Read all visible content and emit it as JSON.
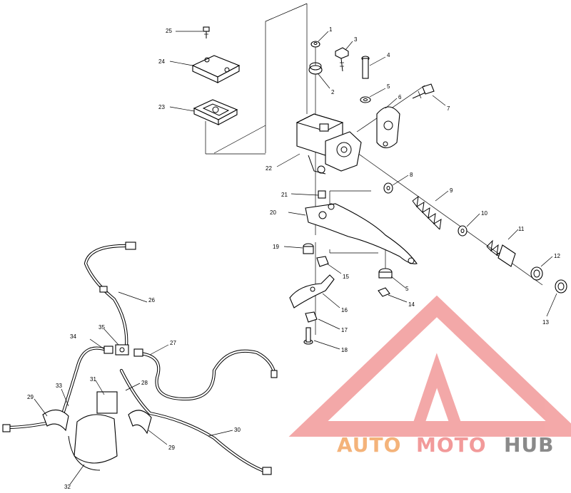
{
  "callouts": [
    "1",
    "2",
    "3",
    "4",
    "5",
    "6",
    "7",
    "8",
    "9",
    "10",
    "11",
    "12",
    "13",
    "14",
    "15",
    "16",
    "17",
    "18",
    "19",
    "20",
    "21",
    "22",
    "23",
    "24",
    "25",
    "26",
    "27",
    "28",
    "29",
    "30",
    "31",
    "32",
    "33",
    "34",
    "35"
  ],
  "watermark": {
    "part1": "AUTO",
    "part2": "MOTO",
    "part3": "HUB",
    "color_orange": "#f4b37a",
    "color_red": "#f29a9a",
    "color_gray": "#8a8a8a"
  }
}
